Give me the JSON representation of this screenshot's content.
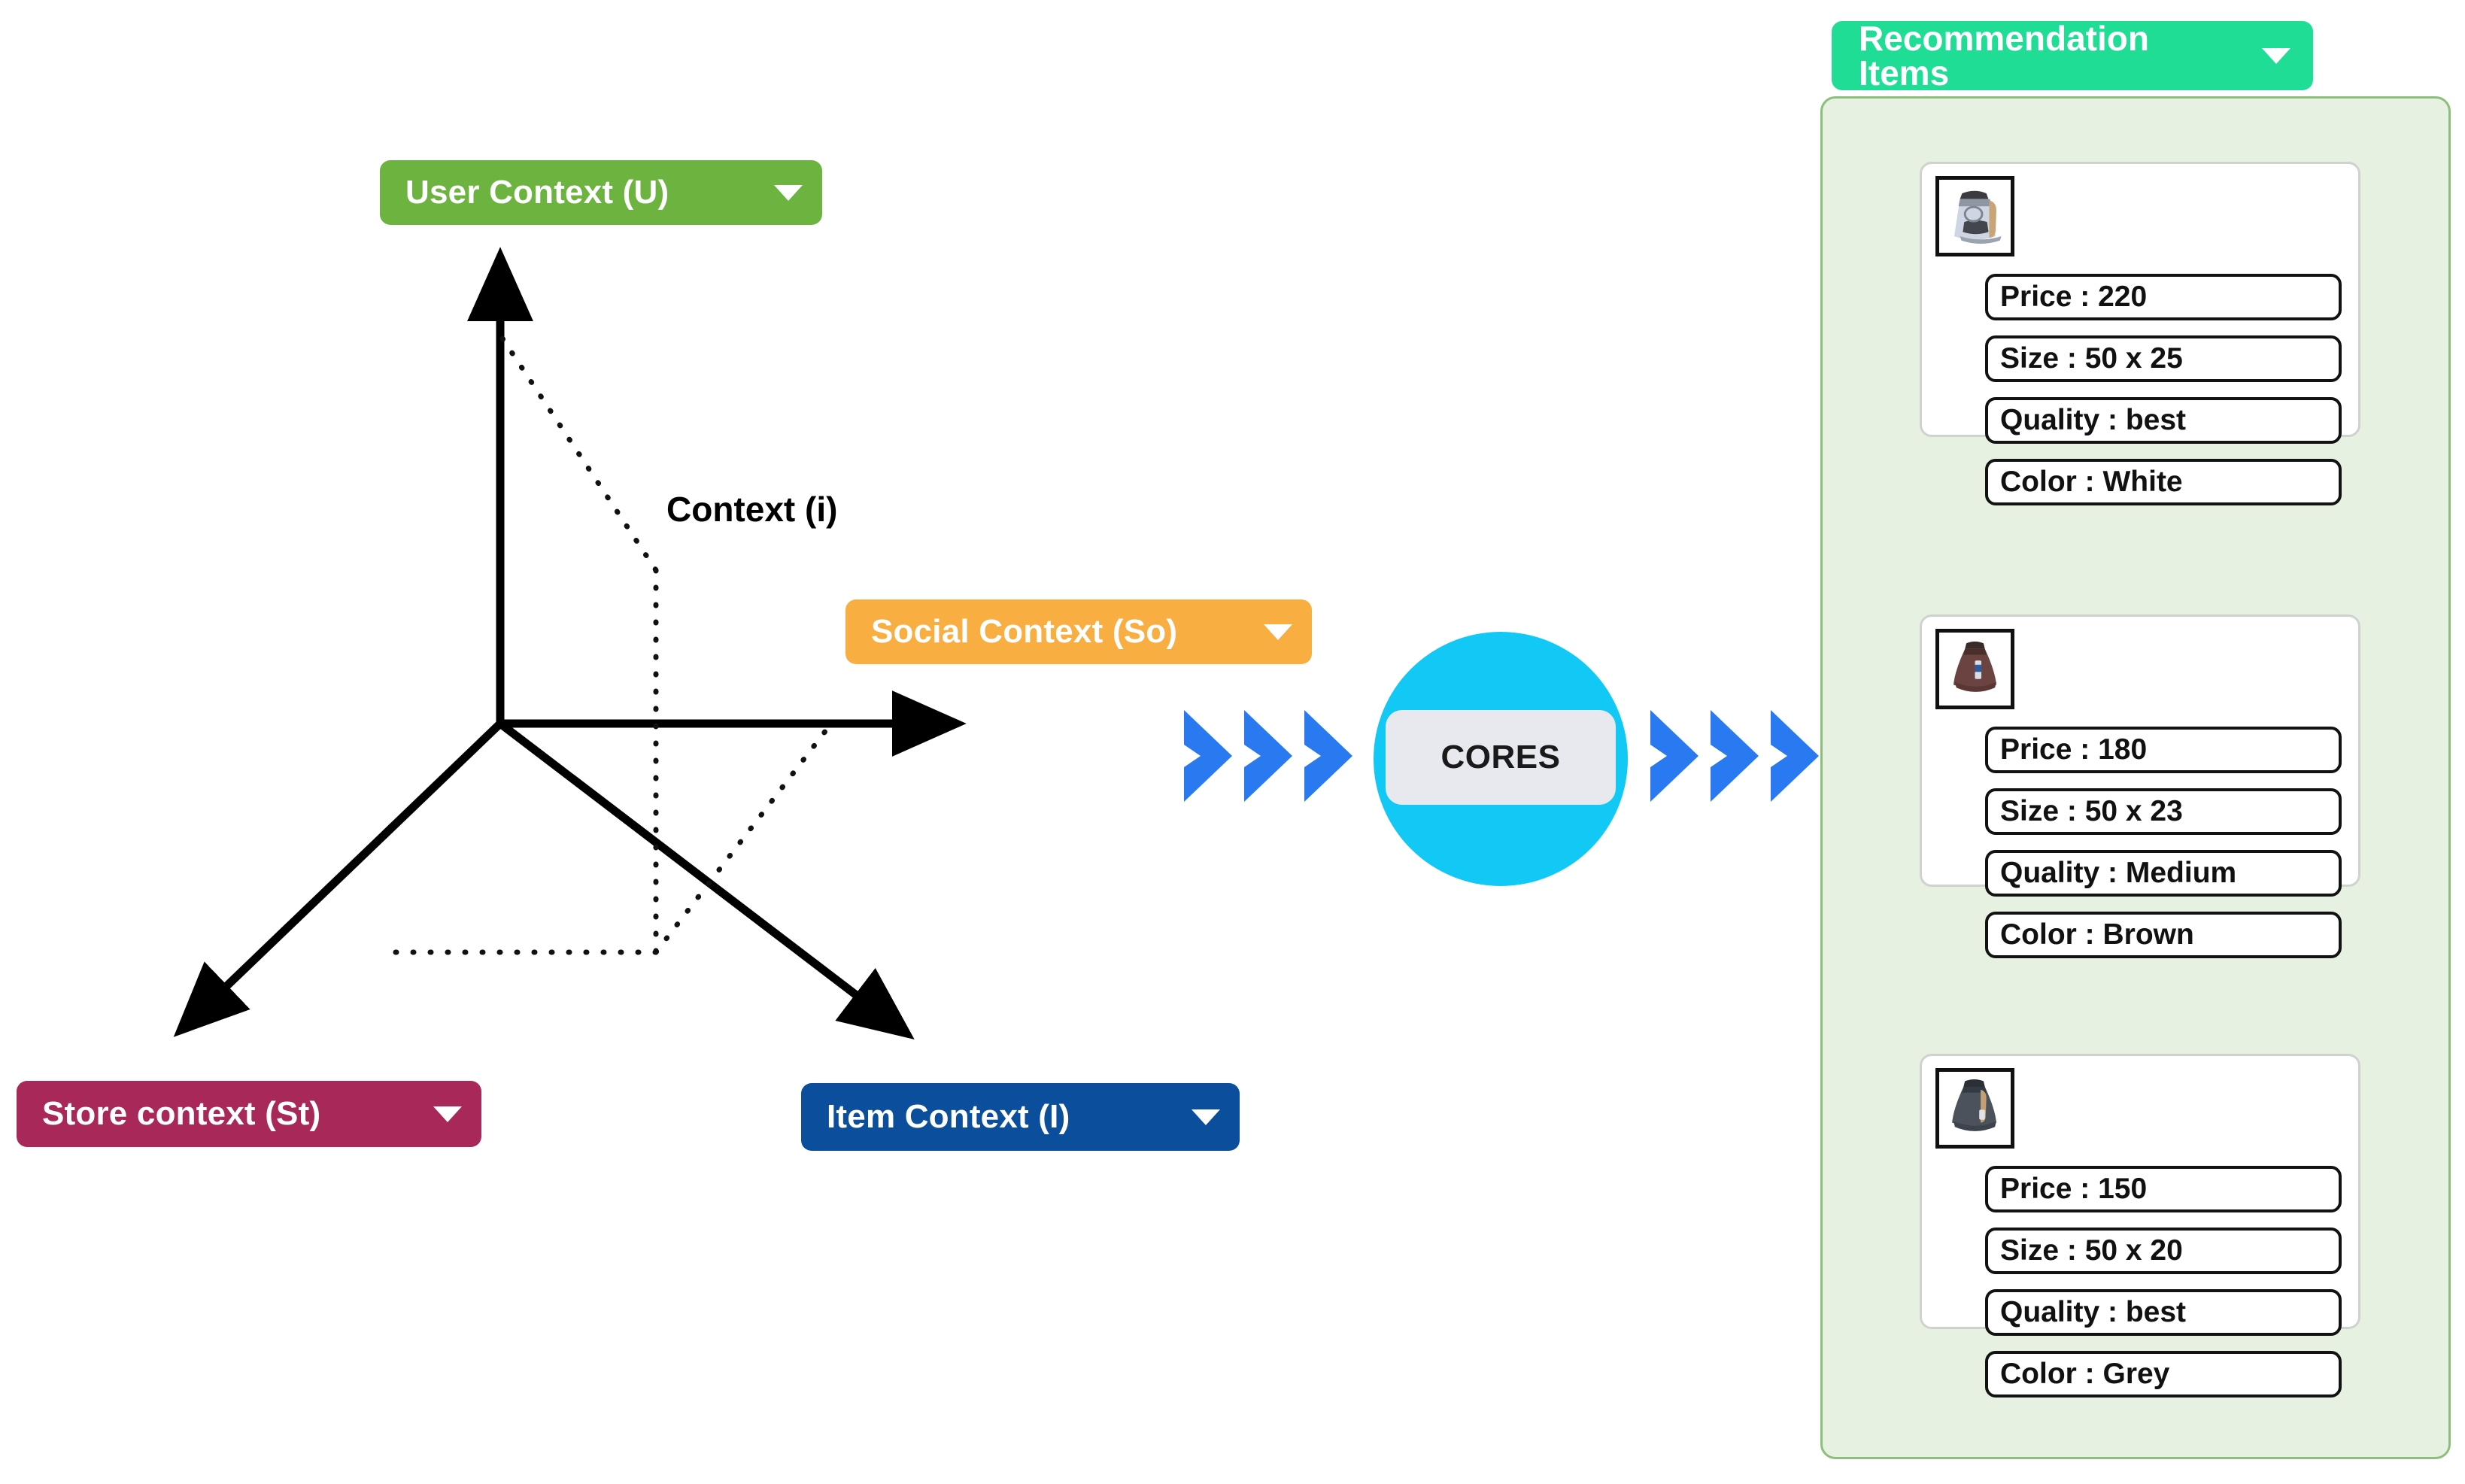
{
  "diagram": {
    "title": "CORES contextual recommendation diagram",
    "axes": {
      "context_label": "Context (i)",
      "user_axis": {
        "label": "User Context (U)",
        "color": "#6cb33f",
        "caret": "chevron-down-icon"
      },
      "social_axis": {
        "label": "Social Context (So)",
        "color": "#f9ae42",
        "caret": "chevron-down-icon"
      },
      "store_axis": {
        "label": "Store context (St)",
        "color": "#a8285a",
        "caret": "chevron-down-icon"
      },
      "item_axis": {
        "label": "Item Context (I)",
        "color": "#0b4f9c",
        "caret": "chevron-down-icon"
      }
    },
    "engine": {
      "label": "CORES",
      "circle_color": "#12c8f5",
      "band_color": "#e8e9ee"
    },
    "flow": {
      "chevron_color": "#2979f0",
      "left_group_count": 3,
      "right_group_count": 3
    }
  },
  "recommendations": {
    "header_label": "Recommendation Items",
    "header_color": "#20dd95",
    "header_caret": "chevron-down-icon",
    "panel_background": "#e6f1e2",
    "panel_border": "#8cc07a",
    "items": [
      {
        "thumbnail": "thermos-flask-white-icon",
        "attributes": [
          "Price : 220",
          "Size : 50 x 25",
          "Quality : best",
          "Color : White"
        ]
      },
      {
        "thumbnail": "thermos-flask-brown-icon",
        "attributes": [
          "Price : 180",
          "Size : 50 x 23",
          "Quality : Medium",
          "Color : Brown"
        ]
      },
      {
        "thumbnail": "thermos-flask-grey-icon",
        "attributes": [
          "Price : 150",
          "Size : 50 x 20",
          "Quality : best",
          "Color : Grey"
        ]
      }
    ]
  }
}
